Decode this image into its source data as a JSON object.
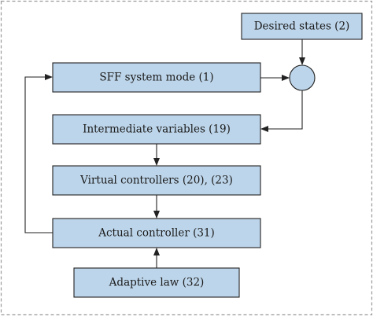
{
  "diagram": {
    "nodes": {
      "desired_states": "Desired states (2)",
      "sff_system_mode": "SFF system mode (1)",
      "intermediate_variables": "Intermediate variables (19)",
      "virtual_controllers": "Virtual controllers (20), (23)",
      "actual_controller": "Actual controller (31)",
      "adaptive_law": "Adaptive law (32)"
    },
    "edges": [
      {
        "from": "desired_states",
        "to": "summing_junction"
      },
      {
        "from": "sff_system_mode",
        "to": "summing_junction"
      },
      {
        "from": "summing_junction",
        "to": "intermediate_variables"
      },
      {
        "from": "intermediate_variables",
        "to": "virtual_controllers"
      },
      {
        "from": "virtual_controllers",
        "to": "actual_controller"
      },
      {
        "from": "adaptive_law",
        "to": "actual_controller"
      },
      {
        "from": "actual_controller",
        "to": "sff_system_mode"
      }
    ],
    "colors": {
      "box_fill": "#bdd5ea",
      "stroke": "#222222",
      "frame": "#9a9a9a"
    }
  }
}
